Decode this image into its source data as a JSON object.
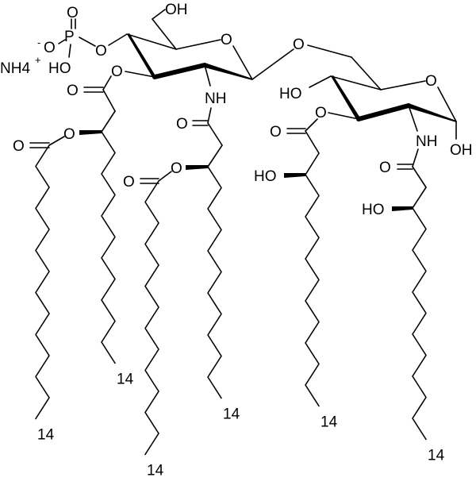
{
  "molecule": {
    "counterion": "NH4",
    "counterion_charge": "+",
    "phosphate": {
      "P": "P",
      "O_double": "O",
      "O_minus": "O",
      "minus": "-",
      "OH": "HO",
      "O_ester": "O"
    },
    "left_sugar": {
      "C6_OH": "OH",
      "ring_O": "O",
      "C3_O": "O",
      "NH": "NH"
    },
    "glycosidic_O": "O",
    "right_sugar": {
      "C4_OH": "HO",
      "ring_O": "O",
      "C3_O": "O",
      "NH": "NH",
      "C1_OH": "OH"
    },
    "acyl_chains": {
      "c3_ester_carbonyl_O": "O",
      "c3_acyloxy_O": "O",
      "c3_acyloxy_carbonyl_O": "O",
      "c2_amide_carbonyl_O": "O",
      "c2_acyloxy_O": "O",
      "c2_acyloxy_carbonyl_O": "O",
      "c3p_ester_carbonyl_O": "O",
      "c3p_HO": "HO",
      "c2p_amide_carbonyl_O": "O",
      "c2p_HO": "HO"
    },
    "chain_end_labels": [
      "14",
      "14",
      "14",
      "14",
      "14",
      "14"
    ]
  }
}
